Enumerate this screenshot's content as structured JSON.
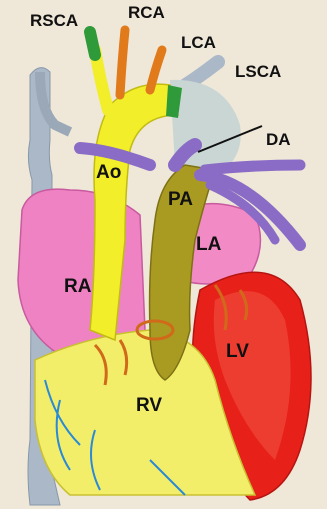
{
  "labels": {
    "rsca": "RSCA",
    "rca": "RCA",
    "lca": "LCA",
    "lsca": "LSCA",
    "da": "DA",
    "ao": "Ao",
    "pa": "PA",
    "la": "LA",
    "ra": "RA",
    "lv": "LV",
    "rv": "RV"
  },
  "colors": {
    "background": "#efe7d8",
    "vena_cava": "#aab8c8",
    "aorta": "#f2ee2a",
    "pulmonary_artery": "#a99a22",
    "right_atrium": "#ee82c2",
    "left_atrium": "#f28ac6",
    "left_ventricle": "#e8201a",
    "right_ventricle": "#f3ee6a",
    "ductus_arteriosus": "#8a6cc6",
    "rsca_band": "#2f9a3a",
    "aortic_band": "#2f9a3a",
    "carotid_arteries": "#e07a1a",
    "coronary_vessels": "#2a8ad6"
  }
}
